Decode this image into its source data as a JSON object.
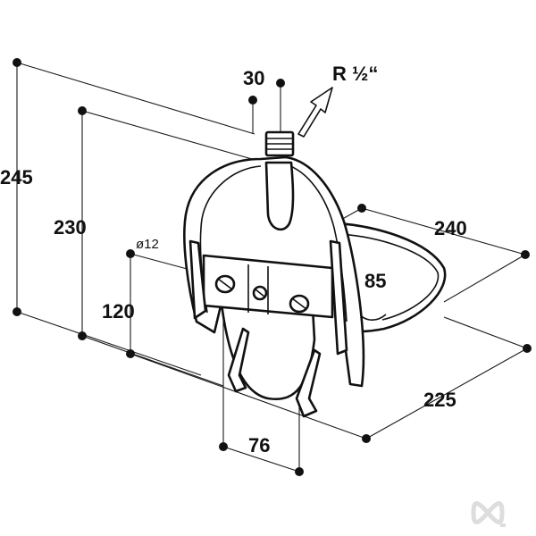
{
  "diagram": {
    "dimensions": {
      "height_total": "245",
      "height_inner": "230",
      "bracket_height": "120",
      "hole_diameter": "ø12",
      "thread_width": "30",
      "thread_label": "R ½“",
      "bowl_length": "240",
      "bowl_depth": "85",
      "depth": "225",
      "bracket_spacing": "76"
    },
    "logo": {
      "icon": "infinity-logo-icon",
      "color": "#dddddd"
    },
    "colors": {
      "line": "#111111",
      "background": "#ffffff"
    }
  }
}
